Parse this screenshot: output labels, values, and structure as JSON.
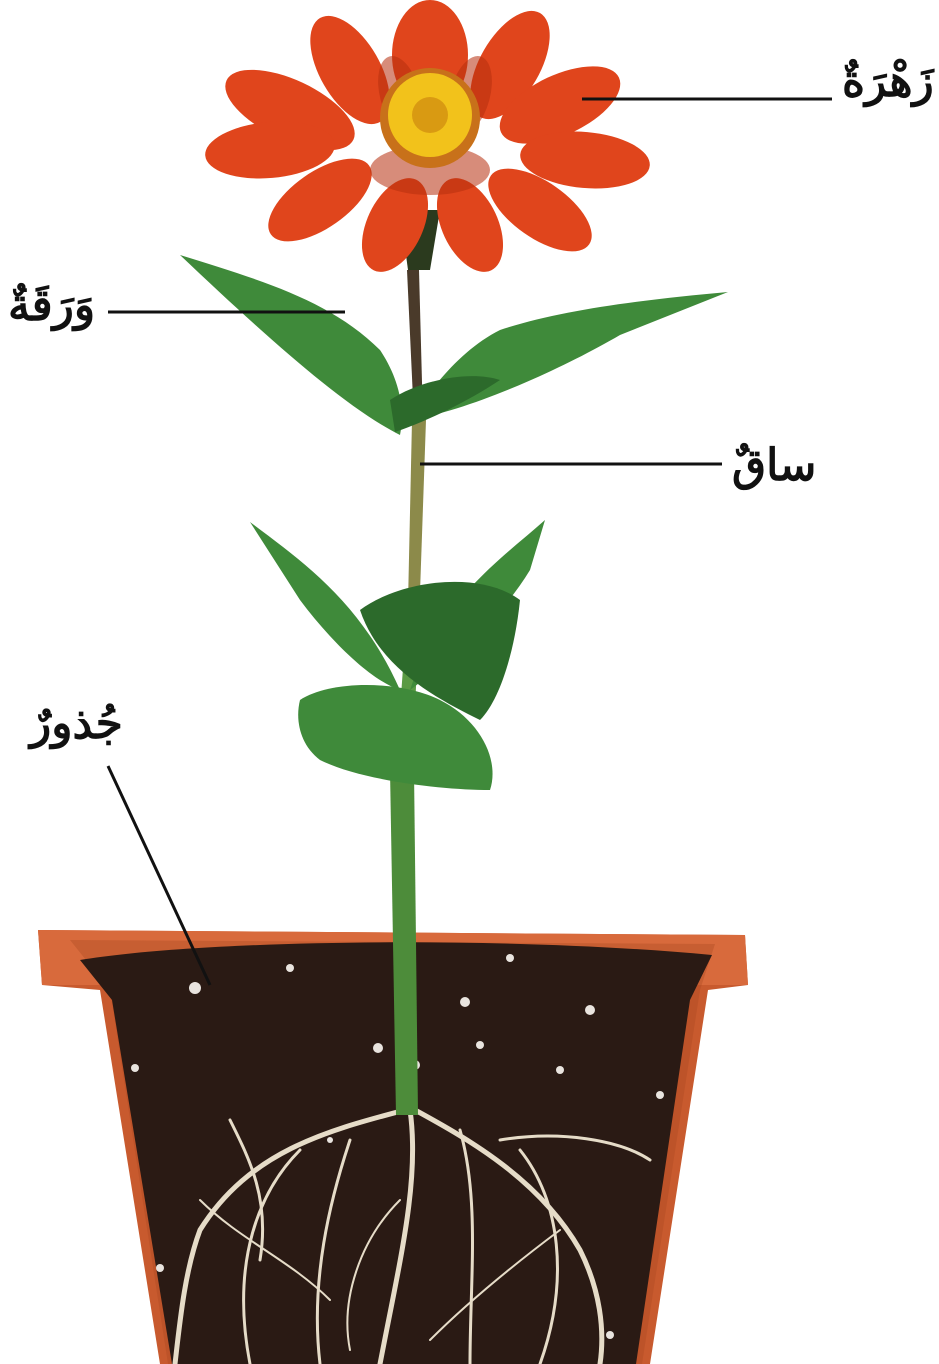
{
  "labels": {
    "flower": "زَهْرَةٌ",
    "leaf": "وَرَقَةٌ",
    "stem": "ساقٌ",
    "roots": "جُذورٌ"
  },
  "colors": {
    "petal": "#e0451c",
    "petal_dark": "#b8300f",
    "flower_center": "#f2c21b",
    "leaf": "#3f8a3a",
    "leaf_dark": "#2c6a2b",
    "stem": "#4d8c3a",
    "pot": "#c85a2e",
    "pot_rim": "#d86a3c",
    "soil": "#2a1a14",
    "roots": "#e6dcc8",
    "leader_line": "#111111"
  }
}
